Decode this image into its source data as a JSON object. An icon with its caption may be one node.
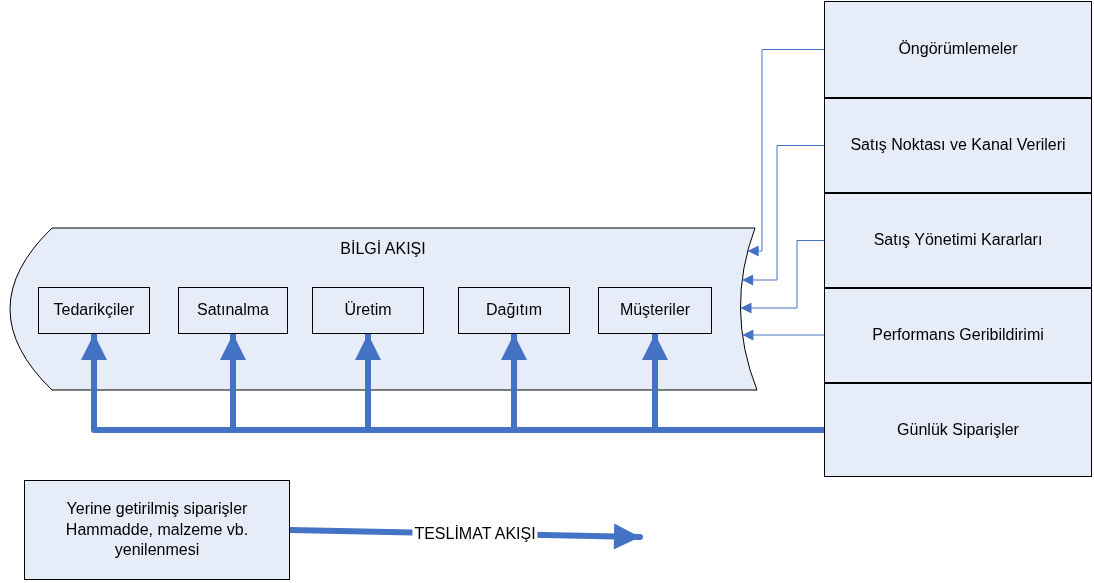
{
  "diagram": {
    "nodes": [
      {
        "text": [
          "BİLGİ AKIŞI"
        ]
      },
      {
        "text": [
          "Tedarikçiler"
        ],
        "in": 0
      },
      {
        "text": [
          "Satınalma"
        ],
        "in": 0
      },
      {
        "text": [
          "Üretim"
        ],
        "in": 0
      },
      {
        "text": [
          "Dağıtım"
        ],
        "in": 0
      },
      {
        "text": [
          "Müşteriler"
        ],
        "in": 0
      },
      {
        "text": [
          "Öngörümlemeler"
        ]
      },
      {
        "text": [
          "Satış Noktası ve Kanal Verileri"
        ]
      },
      {
        "text": [
          "Satış Yönetimi Kararları"
        ]
      },
      {
        "text": [
          "Performans Geribildirimi"
        ]
      },
      {
        "text": [
          "Günlük Siparişler"
        ]
      },
      {
        "text": [
          "Yerine getirilmiş siparişler Hammadde, malzeme vb. yenilenmesi"
        ]
      }
    ],
    "edges": [
      {
        "from": 6,
        "to": 0,
        "arrow": "to"
      },
      {
        "from": 7,
        "to": 0,
        "arrow": "to"
      },
      {
        "from": 8,
        "to": 0,
        "arrow": "to"
      },
      {
        "from": 9,
        "to": 0,
        "arrow": "to"
      },
      {
        "from": 10,
        "to": 1,
        "arrow": "to"
      },
      {
        "from": 10,
        "to": 2,
        "arrow": "to"
      },
      {
        "from": 10,
        "to": 3,
        "arrow": "to"
      },
      {
        "from": 10,
        "to": 4,
        "arrow": "to"
      },
      {
        "from": 10,
        "to": 5,
        "arrow": "to"
      },
      {
        "from": 11,
        "to": null,
        "arrow": "to",
        "label": "TESLİMAT AKIŞI"
      }
    ]
  }
}
